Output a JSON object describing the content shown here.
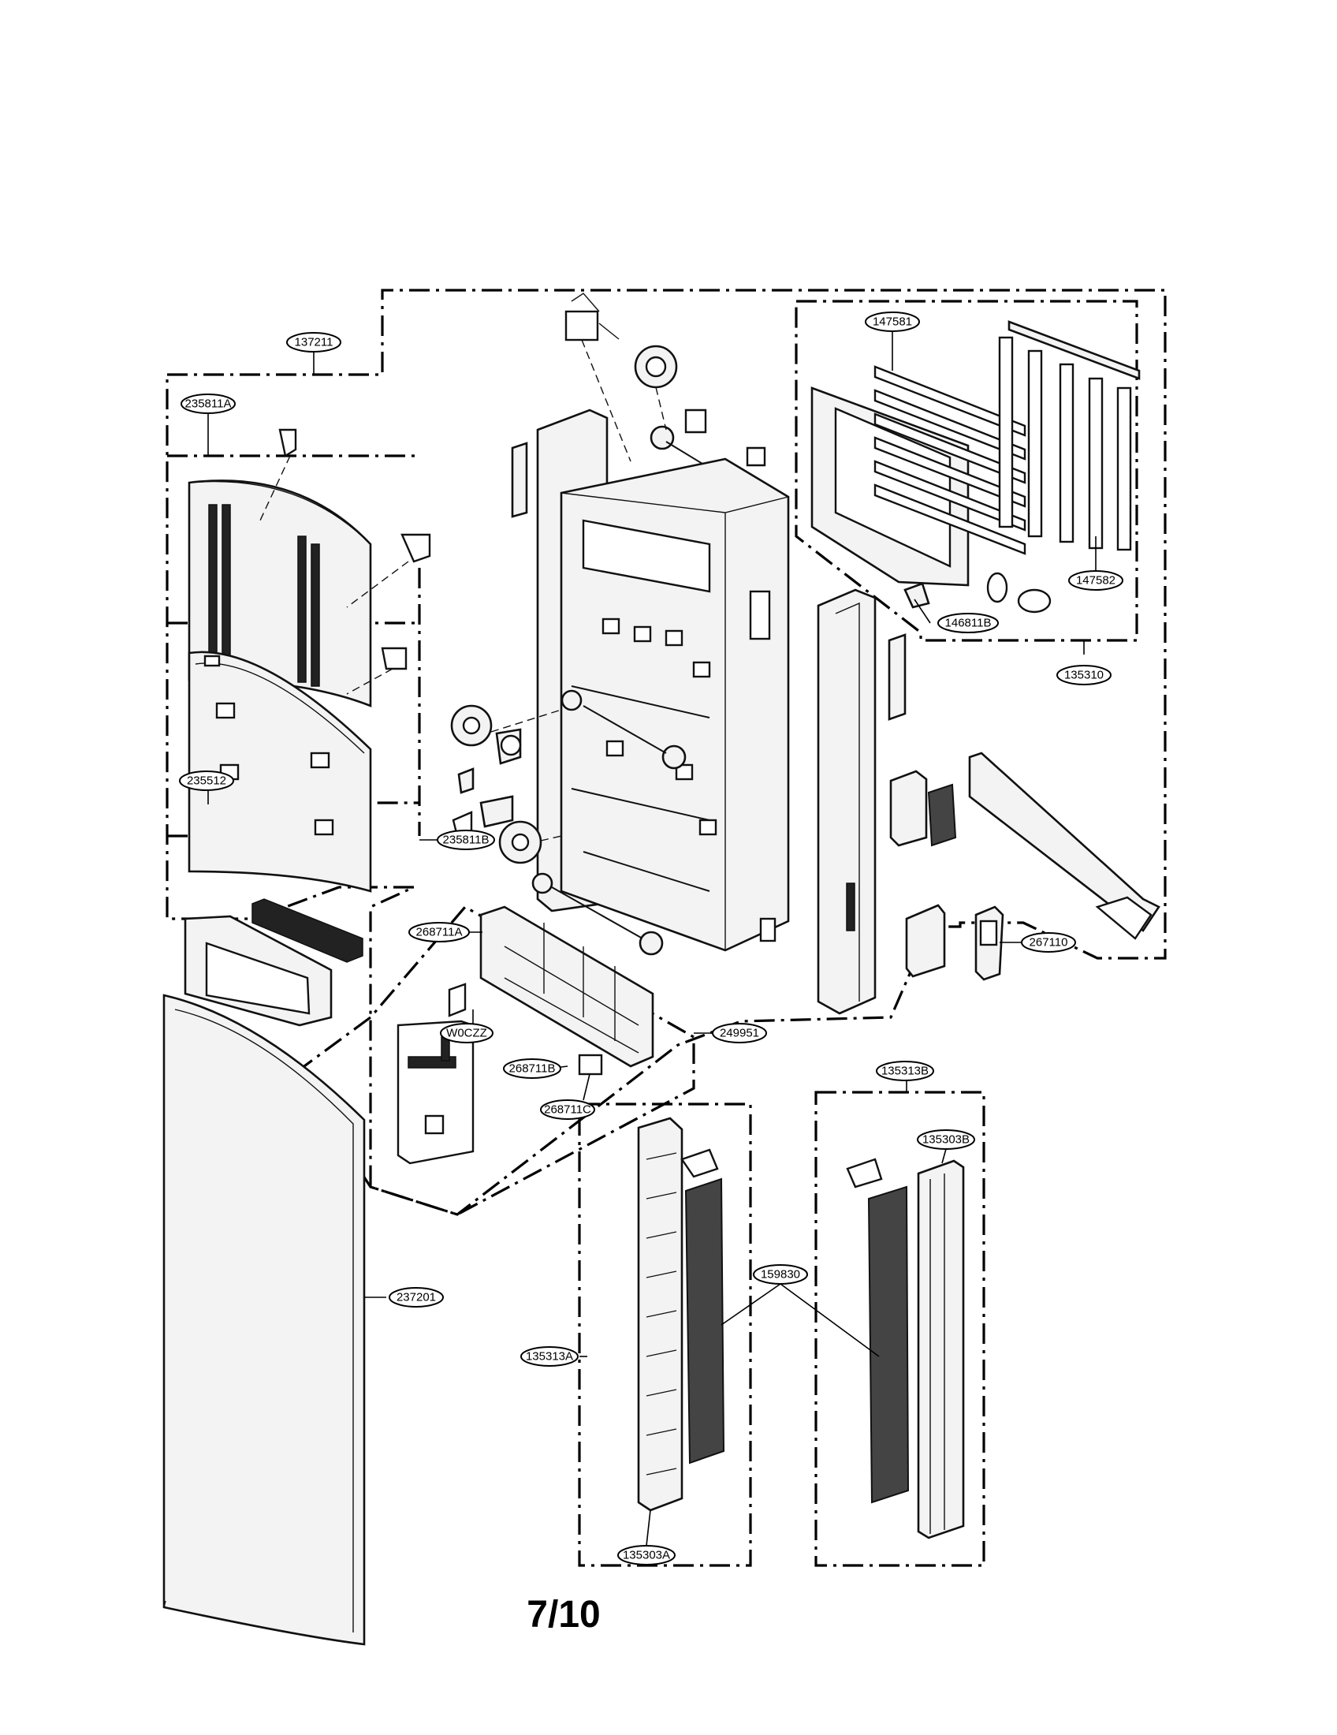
{
  "page_number": "7/10",
  "callouts": {
    "c137211": "137211",
    "c235811A": "235811A",
    "c147581": "147581",
    "c147582": "147582",
    "c146811B": "146811B",
    "c135310": "135310",
    "c235811B": "235811B",
    "c235512": "235512",
    "c268711A": "268711A",
    "cW0CZZ": "W0CZZ",
    "c249951": "249951",
    "c268711B": "268711B",
    "c268711C": "268711C",
    "c267110": "267110",
    "c135313B": "135313B",
    "c135303B": "135303B",
    "c159830": "159830",
    "c135313A": "135313A",
    "c135303A": "135303A",
    "c237201": "237201"
  },
  "colors": {
    "ink": "#000000",
    "paper": "#ffffff",
    "part_fill": "#f3f3f3",
    "mesh": "#444444"
  }
}
